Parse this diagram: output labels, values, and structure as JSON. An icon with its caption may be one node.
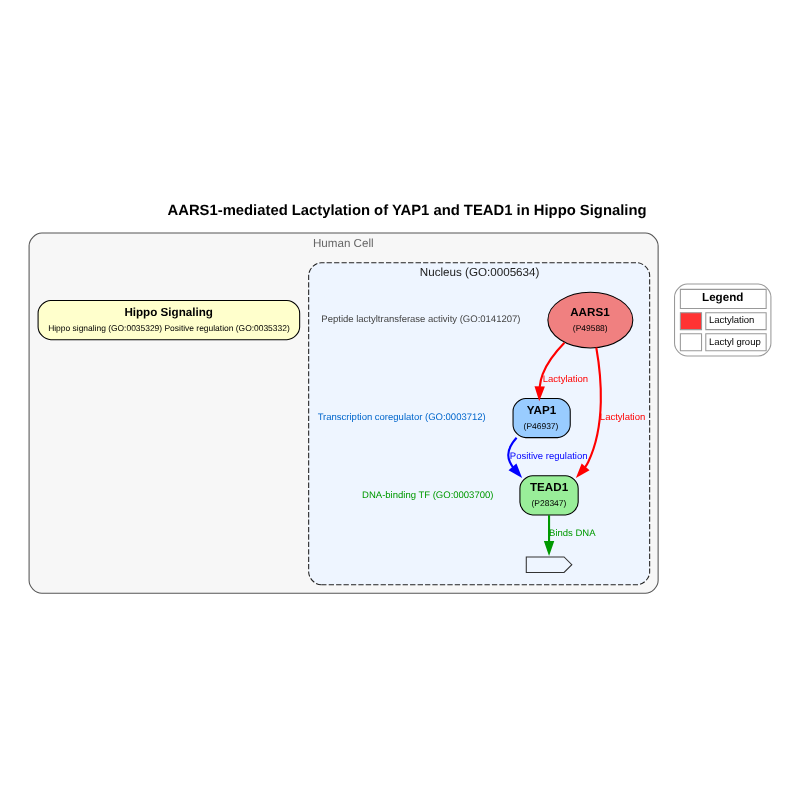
{
  "diagram": {
    "title": "AARS1-mediated Lactylation of YAP1 and TEAD1 in Hippo Signaling",
    "nodes": [
      {
        "text": [
          "Human Cell"
        ]
      },
      {
        "text": [
          "Nucleus (GO:0005634)"
        ],
        "in": 0
      },
      {
        "text": [
          "AARS1",
          "(P49588)"
        ],
        "in": 1,
        "beside": [
          "Peptide lactyltransferase activity (GO:0141207)"
        ]
      },
      {
        "text": [
          "YAP1",
          "(P46937)"
        ],
        "in": 1,
        "beside": [
          "Transcription coregulator (GO:0003712)"
        ]
      },
      {
        "text": [
          "TEAD1",
          "(P28347)"
        ],
        "in": 1,
        "beside": [
          "DNA-binding TF (GO:0003700)"
        ]
      },
      {
        "text": [],
        "shape": "dna",
        "in": 1
      },
      {
        "text": [
          "Hippo Signaling",
          "Hippo signaling (GO:0035329) Positive regulation (GO:0035332)"
        ],
        "in": 0
      }
    ],
    "edges": [
      {
        "from": 2,
        "to": 3,
        "arrow": "to",
        "label": "Lactylation",
        "color": "#ff0000"
      },
      {
        "from": 2,
        "to": 4,
        "arrow": "to",
        "label": "Lactylation",
        "color": "#ff0000"
      },
      {
        "from": 3,
        "to": 4,
        "arrow": "to",
        "label": "Positive regulation",
        "color": "#0000ff"
      },
      {
        "from": 4,
        "to": 5,
        "arrow": "to",
        "label": "Binds DNA",
        "color": "#009900"
      }
    ],
    "labels": [
      "Legend"
    ],
    "legend": [
      {
        "text": "Lactylation",
        "color": "#ff3333"
      },
      {
        "text": "Lactyl group"
      }
    ]
  }
}
